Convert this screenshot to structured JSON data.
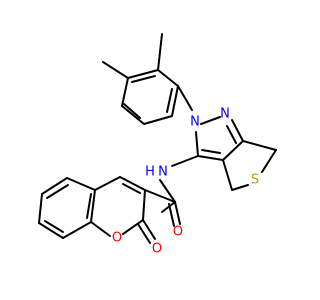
{
  "structure": {
    "colors": {
      "carbon_bond": "#000000",
      "nitrogen": "#0000ff",
      "oxygen": "#ff0000",
      "sulfur": "#b8a000",
      "background": "#ffffff"
    },
    "atom_labels": {
      "n_pyrazole_1": "N",
      "n_pyrazole_2": "N",
      "sulfur": "S",
      "amide_n": "N",
      "amide_h": "H",
      "amide_o": "O",
      "ring_o": "O",
      "carbonyl_o": "O"
    }
  }
}
